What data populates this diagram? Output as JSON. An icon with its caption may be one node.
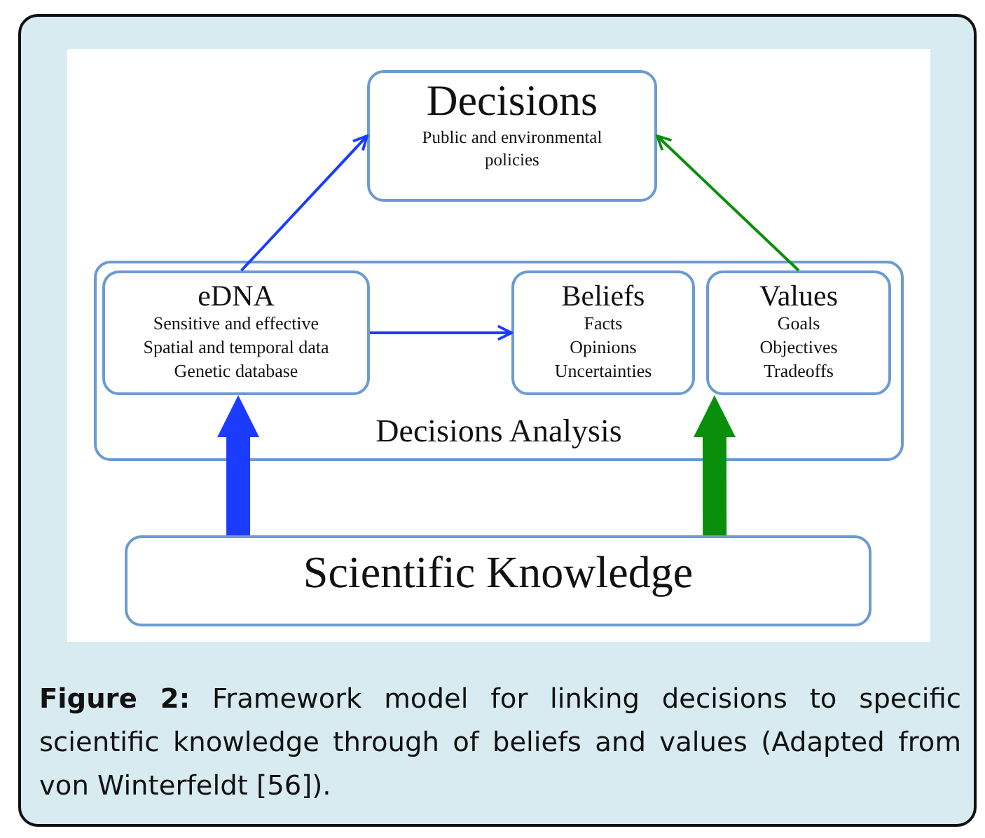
{
  "diagram": {
    "caption": "**Figure 2:** Framework model for linking decisions to specific scientific knowledge through of beliefs and values (Adapted from von Winterfeldt [56]).",
    "nodes": [
      {
        "text": [
          "Decisions",
          "Public and environmental policies"
        ]
      },
      {
        "text": [
          "Decisions Analysis"
        ]
      },
      {
        "text": [
          "eDNA",
          "Sensitive and effective",
          "Spatial and temporal data",
          "Genetic database"
        ],
        "in": 1
      },
      {
        "text": [
          "Beliefs",
          "Facts",
          "Opinions",
          "Uncertainties"
        ],
        "in": 1
      },
      {
        "text": [
          "Values",
          "Goals",
          "Objectives",
          "Tradeoffs"
        ],
        "in": 1
      },
      {
        "text": [
          "Scientific Knowledge"
        ]
      }
    ],
    "edges": [
      {
        "from": 2,
        "to": 0,
        "arrow": "to"
      },
      {
        "from": 4,
        "to": 0,
        "arrow": "to",
        "color": "#0a8f0a"
      },
      {
        "from": 2,
        "to": 3,
        "arrow": "to"
      },
      {
        "from": 5,
        "to": 2,
        "arrow": "to",
        "style": "thick"
      },
      {
        "from": 5,
        "to": 4,
        "arrow": "to",
        "style": "thick",
        "color": "#0a8f0a"
      }
    ]
  }
}
